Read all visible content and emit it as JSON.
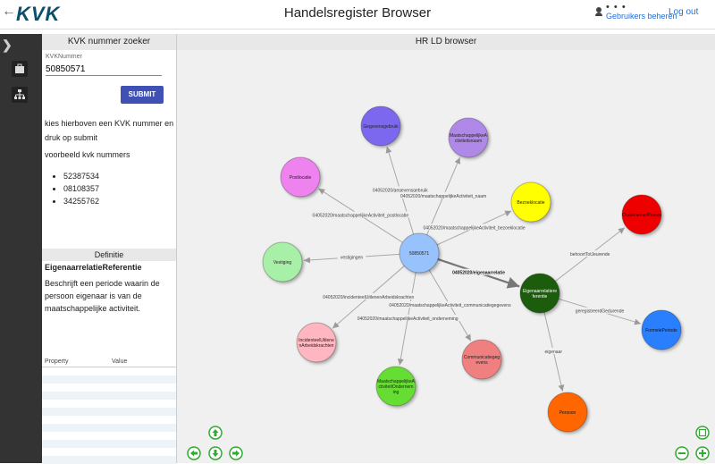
{
  "header": {
    "back_icon": "arrow-left-icon",
    "logo": "KVK",
    "title": "Handelsregister Browser",
    "user_dots": "• • •",
    "manage_users": "Gebruikers beheren",
    "logout": "Log out"
  },
  "left_panel": {
    "title": "KVK nummer zoeker",
    "field_label": "KVKNummer",
    "field_value": "50850571",
    "submit_label": "SUBMIT",
    "hint": "kies hierboven een KVK nummer en druk op submit",
    "examples_label": "voorbeeld kvk nummers",
    "examples": [
      "52387534",
      "08108357",
      "34255762"
    ],
    "definition_title": "Definitie",
    "definition_term": "EigenaarrelatieReferentie",
    "definition_text": "Beschrijft een periode waarin de persoon eigenaar is van de maatschappelijke activiteit.",
    "property_header": "Property",
    "value_header": "Value"
  },
  "graph": {
    "title": "HR LD browser",
    "nodes": [
      {
        "id": "center",
        "label": "50850571",
        "color": "#97c2fc"
      },
      {
        "id": "gegevensgebruik",
        "label": "Gegevensgebruik",
        "color": "#7b68ee"
      },
      {
        "id": "maatschact",
        "label": "MaatschappelijkeA ctiviteitsnaam",
        "color": "#b088e8"
      },
      {
        "id": "postlocatie",
        "label": "Postlocatie",
        "color": "#ee82ee"
      },
      {
        "id": "bezoeklocatie",
        "label": "Bezoeklocatie",
        "color": "#ffff00"
      },
      {
        "id": "ondernemer",
        "label": "OndernemerProces",
        "color": "#ee0000"
      },
      {
        "id": "vestiging",
        "label": "Vestiging",
        "color": "#a8f0a8"
      },
      {
        "id": "eigenaar",
        "label": "Eigenaarrelatiere ferentie",
        "color": "#1f5c0f"
      },
      {
        "id": "incidenteel",
        "label": "IncidenteelUitlene nArbeidskrachten",
        "color": "#ffb6c1"
      },
      {
        "id": "communicatie",
        "label": "Communicatiegeg evens",
        "color": "#f08080"
      },
      {
        "id": "onderneming",
        "label": "MaatschappelijkeA ctiviteitOndernem ing",
        "color": "#66dd33"
      },
      {
        "id": "formele",
        "label": "FormelePeriode",
        "color": "#2a7fff"
      },
      {
        "id": "persoon",
        "label": "Persoon",
        "color": "#ff6600"
      }
    ],
    "edges": [
      {
        "from": "center",
        "to": "gegevensgebruik",
        "label": "04052020/gegevensgebruik"
      },
      {
        "from": "center",
        "to": "maatschact",
        "label": "04052020/maatschappelijkeActiviteit_naam"
      },
      {
        "from": "center",
        "to": "postlocatie",
        "label": "04052020/maatschappelijkeActiviteit_postlocatie"
      },
      {
        "from": "center",
        "to": "bezoeklocatie",
        "label": "04052020/maatschappelijkeActiviteit_bezoeklocatie"
      },
      {
        "from": "center",
        "to": "vestiging",
        "label": "vestigingen"
      },
      {
        "from": "center",
        "to": "eigenaar",
        "label": "04052020/eigenaarrelatie"
      },
      {
        "from": "center",
        "to": "incidenteel",
        "label": "04052020/incidenteelUitlenenArbeidskrachten"
      },
      {
        "from": "center",
        "to": "communicatie",
        "label": "04052020/maatschappelijkeActiviteit_communicatiegegevens"
      },
      {
        "from": "center",
        "to": "onderneming",
        "label": "04052020/maatschappelijkeActiviteit_onderneming"
      },
      {
        "from": "eigenaar",
        "to": "ondernemer",
        "label": "behoortTotJeurende"
      },
      {
        "from": "eigenaar",
        "to": "formele",
        "label": "geregistreerdGedurende"
      },
      {
        "from": "eigenaar",
        "to": "persoon",
        "label": "eigenaar"
      }
    ]
  },
  "icons": {
    "rail_expand": "chevron-right-icon",
    "rail_1": "briefcase-icon",
    "rail_2": "sitemap-icon",
    "nav_up": "arrow-up-icon",
    "nav_left": "arrow-left-icon",
    "nav_down": "arrow-down-icon",
    "nav_right": "arrow-right-icon",
    "zoom_fit": "zoom-fit-icon",
    "zoom_out": "zoom-out-icon",
    "zoom_in": "zoom-in-icon"
  }
}
